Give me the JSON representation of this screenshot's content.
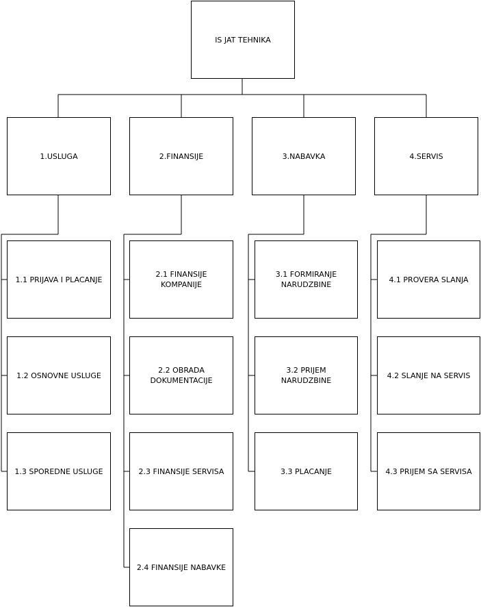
{
  "root": {
    "label": "IS JAT TEHNIKA"
  },
  "categories": [
    {
      "label": "1.USLUGA",
      "children": [
        {
          "label": "1.1 PRIJAVA I PLACANJE"
        },
        {
          "label": "1.2 OSNOVNE USLUGE"
        },
        {
          "label": "1.3 SPOREDNE USLUGE"
        }
      ]
    },
    {
      "label": "2.FINANSIJE",
      "children": [
        {
          "label": "2.1 FINANSIJE KOMPANIJE"
        },
        {
          "label": "2.2 OBRADA DOKUMENTACIJE"
        },
        {
          "label": "2.3 FINANSIJE SERVISA"
        },
        {
          "label": "2.4 FINANSIJE NABAVKE"
        }
      ]
    },
    {
      "label": "3.NABAVKA",
      "children": [
        {
          "label": "3.1 FORMIRANJE NARUDZBINE"
        },
        {
          "label": "3.2 PRIJEM NARUDZBINE"
        },
        {
          "label": "3.3 PLACANJE"
        }
      ]
    },
    {
      "label": "4.SERVIS",
      "children": [
        {
          "label": "4.1 PROVERA SLANJA"
        },
        {
          "label": "4.2 SLANJE NA SERVIS"
        },
        {
          "label": "4.3 PRIJEM SA SERVISA"
        }
      ]
    }
  ]
}
